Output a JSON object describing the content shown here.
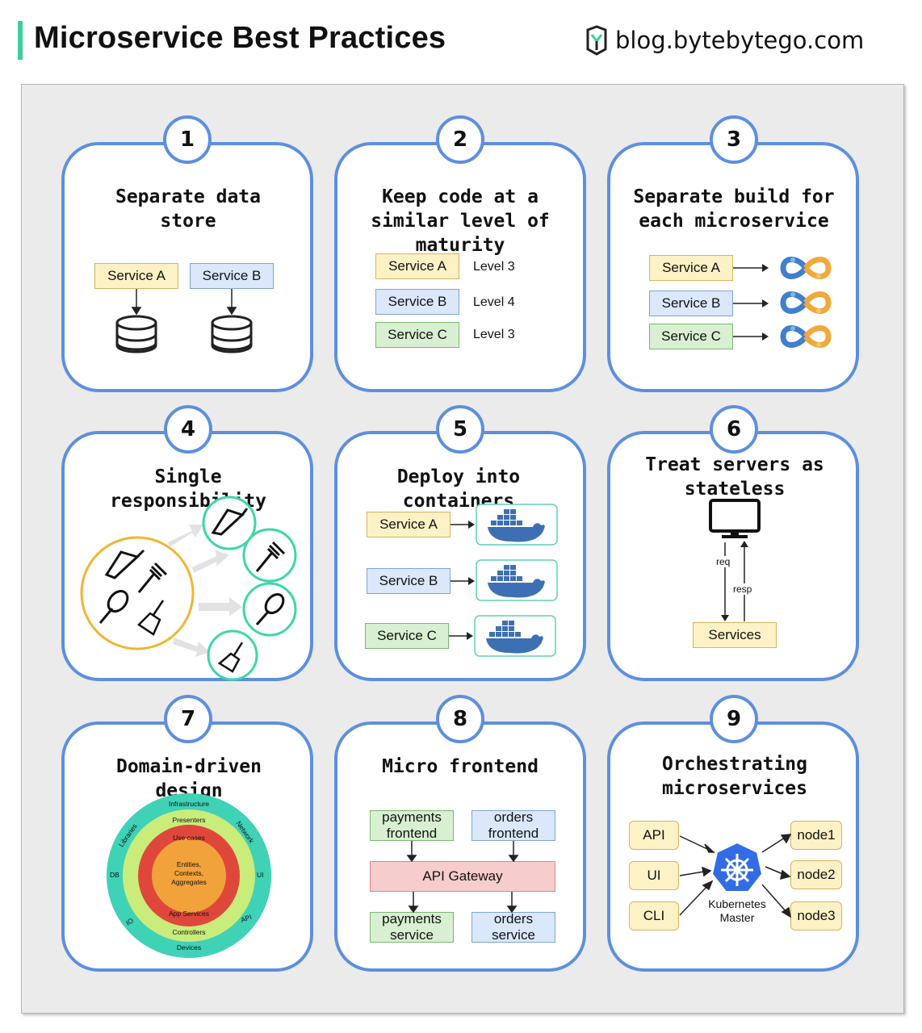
{
  "header": {
    "title": "Microservice Best Practices",
    "brand": "blog.bytebytego.com",
    "accent": "#3ccf9a"
  },
  "colors": {
    "card_border": "#5d8fe0",
    "yellow_box": "#fdf1c6",
    "blue_box": "#dbe8fb",
    "green_box": "#d8efd2",
    "red_box": "#f7cccc"
  },
  "cards": [
    {
      "num": "1",
      "title": "Separate data store",
      "services": [
        "Service A",
        "Service B"
      ],
      "icons": [
        "database-icon",
        "database-icon"
      ]
    },
    {
      "num": "2",
      "title": "Keep code at a similar level of maturity",
      "rows": [
        {
          "service": "Service A",
          "level": "Level 3"
        },
        {
          "service": "Service B",
          "level": "Level 4"
        },
        {
          "service": "Service C",
          "level": "Level 3"
        }
      ]
    },
    {
      "num": "3",
      "title": "Separate build for each microservice",
      "services": [
        "Service A",
        "Service B",
        "Service C"
      ],
      "icon": "ci-cd-loop-icon"
    },
    {
      "num": "4",
      "title": "Single responsibility",
      "icons": [
        "knife-icon",
        "fork-icon",
        "spoon-icon",
        "brush-icon"
      ]
    },
    {
      "num": "5",
      "title": "Deploy into containers",
      "services": [
        "Service A",
        "Service B",
        "Service C"
      ],
      "icon": "docker-whale-icon"
    },
    {
      "num": "6",
      "title": "Treat servers as stateless",
      "req": "req",
      "resp": "resp",
      "services": "Services",
      "icon": "monitor-icon"
    },
    {
      "num": "7",
      "title": "Domain-driven design",
      "rings": {
        "outer_top": "Infrastructure",
        "outer_bottom": "Devices",
        "network": "Network",
        "libraries": "Libraries",
        "db": "DB",
        "ui": "UI",
        "io": "IO",
        "api": "API",
        "presenters": "Presenters",
        "controllers": "Controllers",
        "use_cases": "Use cases",
        "app_services": "App Services",
        "core": "Entities, Contexts, Aggregates"
      }
    },
    {
      "num": "8",
      "title": "Micro frontend",
      "payments_frontend": "payments frontend",
      "orders_frontend": "orders frontend",
      "gateway": "API Gateway",
      "payments_service": "payments service",
      "orders_service": "orders service"
    },
    {
      "num": "9",
      "title": "Orchestrating microservices",
      "clients": [
        "API",
        "UI",
        "CLI"
      ],
      "master": "Kubernetes Master",
      "nodes": [
        "node1",
        "node2",
        "node3"
      ],
      "icon": "kubernetes-icon"
    }
  ]
}
